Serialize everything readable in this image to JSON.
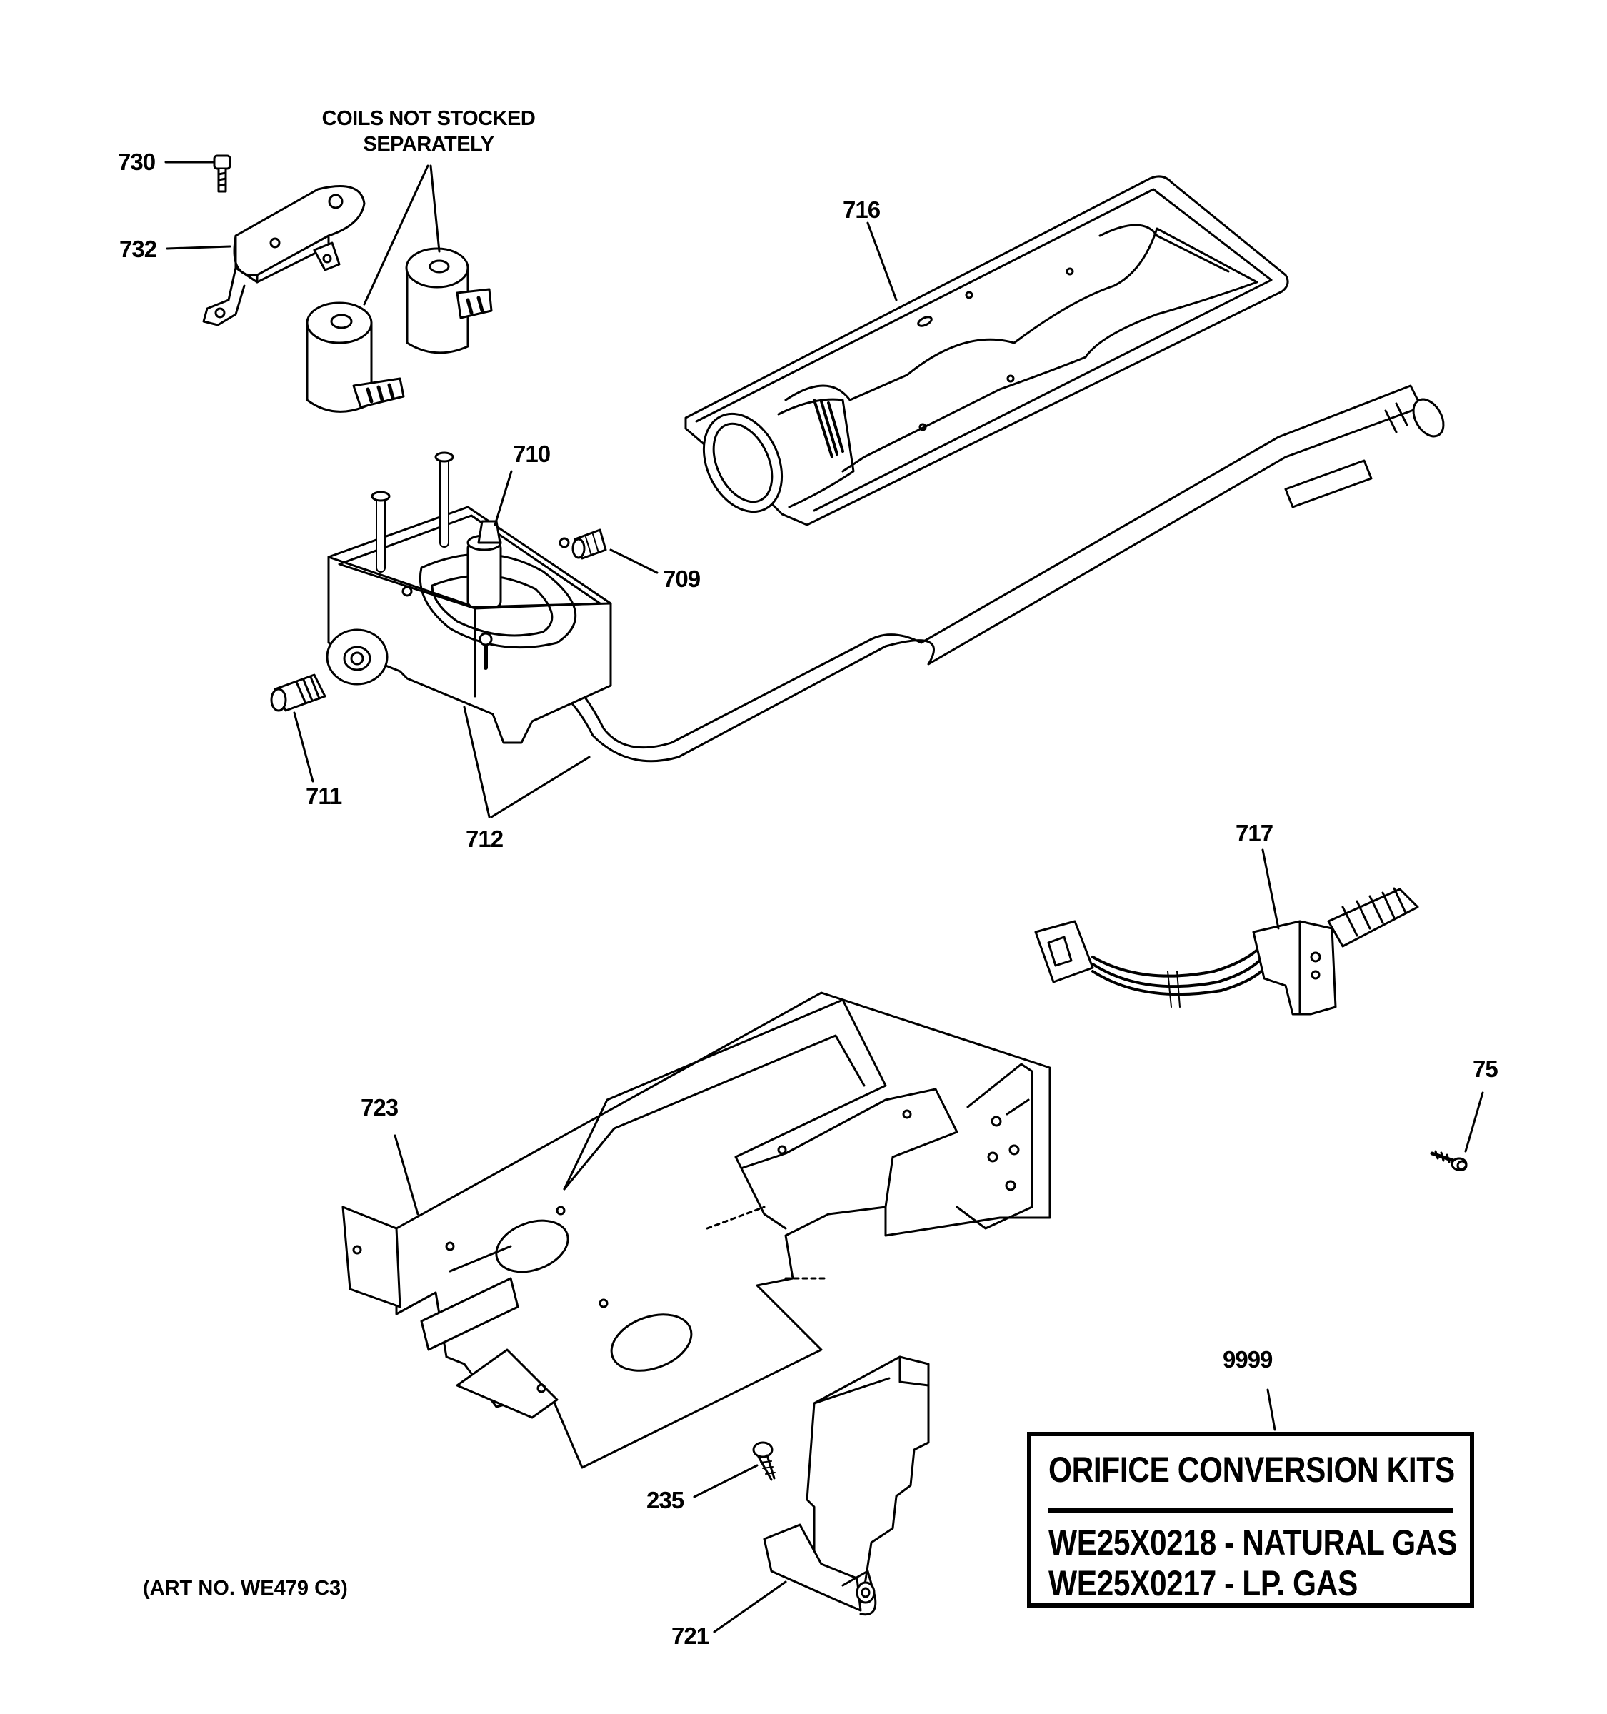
{
  "note": {
    "line1": "COILS NOT STOCKED",
    "line2": "SEPARATELY"
  },
  "callouts": {
    "c730": "730",
    "c732": "732",
    "c716": "716",
    "c710": "710",
    "c709": "709",
    "c711": "711",
    "c712": "712",
    "c717": "717",
    "c723": "723",
    "c75": "75",
    "c9999": "9999",
    "c235": "235",
    "c721": "721"
  },
  "kit": {
    "title": "ORIFICE CONVERSION KITS",
    "natural": "WE25X0218 - NATURAL GAS",
    "lp": "WE25X0217 - LP. GAS"
  },
  "art_number": "(ART NO. WE479 C3)"
}
